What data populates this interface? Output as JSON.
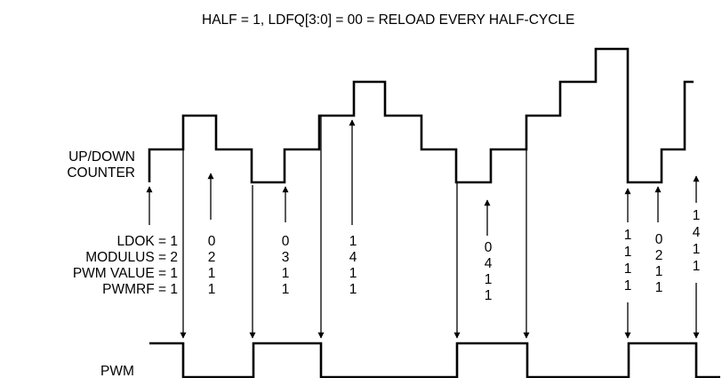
{
  "diagram": {
    "title": "HALF = 1, LDFQ[3:0] = 00 = RELOAD EVERY HALF-CYCLE",
    "counter_label": [
      "UP/DOWN",
      "COUNTER"
    ],
    "pwm_label": "PWM",
    "row_labels": [
      "LDOK = 1",
      "MODULUS = 2",
      "PWM VALUE = 1",
      "PWMRF = 1"
    ],
    "value_columns": [
      [
        "0",
        "2",
        "1",
        "1"
      ],
      [
        "0",
        "3",
        "1",
        "1"
      ],
      [
        "1",
        "4",
        "1",
        "1"
      ],
      [
        "0",
        "4",
        "1",
        "1"
      ],
      [
        "1",
        "1",
        "1",
        "1"
      ],
      [
        "0",
        "2",
        "1",
        "1"
      ],
      [
        "1",
        "4",
        "1",
        "1"
      ]
    ]
  }
}
